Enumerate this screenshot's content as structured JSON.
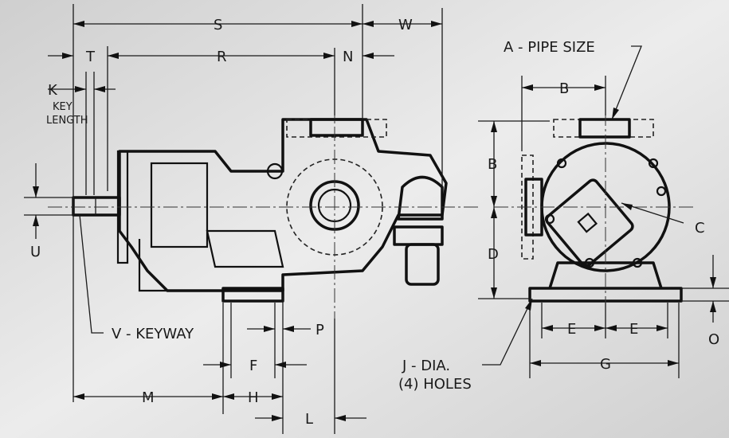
{
  "labels": {
    "S": "S",
    "W": "W",
    "T": "T",
    "R": "R",
    "N": "N",
    "K": "K",
    "key": "KEY",
    "length": "LENGTH",
    "U": "U",
    "V": "V - KEYWAY",
    "P": "P",
    "F": "F",
    "M": "M",
    "H": "H",
    "L": "L",
    "A": "A - PIPE SIZE",
    "B_top": "B",
    "B_side": "B",
    "C": "C",
    "D": "D",
    "E1": "E",
    "E2": "E",
    "G": "G",
    "O": "O",
    "J1": "J - DIA.",
    "J2": "(4) HOLES"
  },
  "colors": {
    "background": "#d9d9d9",
    "ink": "#111111"
  }
}
